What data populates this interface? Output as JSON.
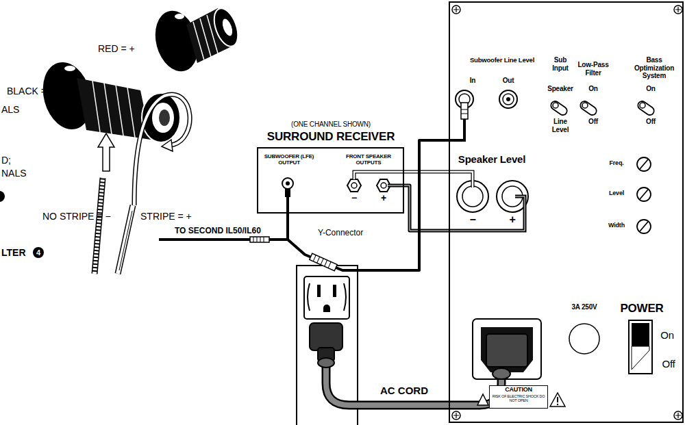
{
  "diagram": {
    "nodes": [
      {
        "text": [
          "(ONE CHANNEL SHOWN)",
          "SURROUND RECEIVER",
          "SUBWOOFER (LFE) OUTPUT",
          "FRONT SPEAKER OUTPUTS",
          "−",
          "+"
        ]
      },
      {
        "text": [
          "Subwoofer Line Level",
          "In",
          "Out",
          "Sub Input",
          "Speaker",
          "Line Level",
          "Low-Pass Filter",
          "On",
          "Off",
          "Bass Optimization System",
          "On",
          "Off",
          "Speaker Level",
          "−",
          "+",
          "Freq.",
          "Level",
          "Width",
          "3A 250V",
          "POWER",
          "On",
          "Off"
        ]
      },
      {
        "text": [
          "CAUTION",
          "RISK OF ELECTRIC SHOCK DO NOT OPEN"
        ],
        "in": 1
      }
    ],
    "edges": [
      {
        "from": 0,
        "to": 1,
        "arrow": "none"
      },
      {
        "from": 0,
        "to": 1,
        "arrow": "none"
      },
      {
        "from": 0,
        "to": 1,
        "arrow": "none"
      }
    ],
    "labels": [
      "RED = +",
      "BLACK = −",
      "ALS",
      "D;",
      "NALS",
      "NO STRIPE = −",
      "STRIPE = +",
      "LTER",
      "4",
      "TO SECOND IL50/IL60",
      "Y-Connector",
      "AC CORD"
    ]
  }
}
